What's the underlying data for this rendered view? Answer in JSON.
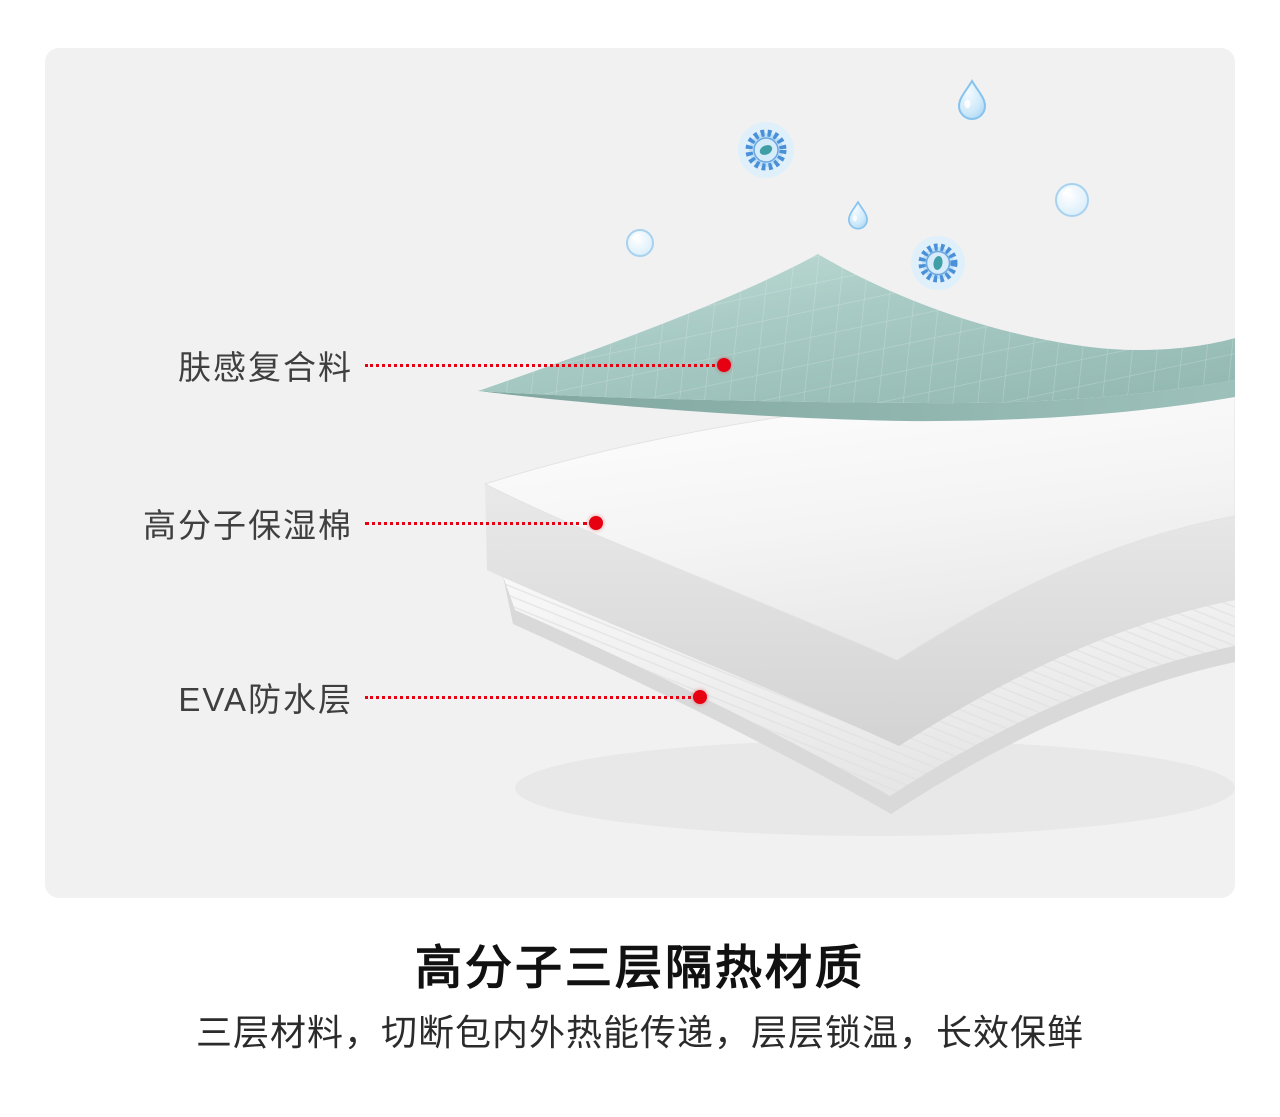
{
  "colors": {
    "accent_red": "#e60012",
    "panel_gray": "#f1f1f2",
    "fabric_teal": "#a5c8c2",
    "icon_blue": "#4a90d9",
    "foam_white": "#f0f0f0"
  },
  "panel": {
    "callouts": [
      {
        "id": "fabric",
        "label": "肤感复合料"
      },
      {
        "id": "foam",
        "label": "高分子保湿棉"
      },
      {
        "id": "eva",
        "label": "EVA防水层"
      }
    ],
    "decorations": [
      "bacteria-icon",
      "water-drop-icon",
      "bubble-icon"
    ]
  },
  "footer": {
    "title": "高分子三层隔热材质",
    "subtitle": "三层材料，切断包内外热能传递，层层锁温，长效保鲜"
  }
}
